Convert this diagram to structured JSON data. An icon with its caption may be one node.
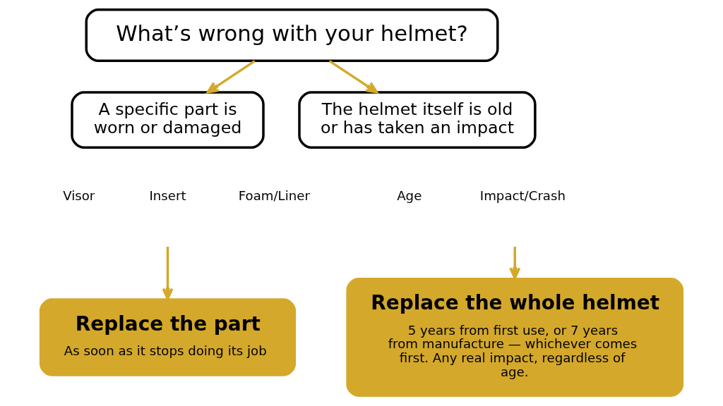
{
  "diagram": {
    "nodes": [
      {
        "text": [
          "What’s wrong with your helmet?"
        ]
      },
      {
        "text": [
          "A specific part is worn or damaged"
        ]
      },
      {
        "text": [
          "The helmet itself is old or has taken an impact"
        ]
      },
      {
        "text": [
          "Visor"
        ]
      },
      {
        "text": [
          "Insert"
        ]
      },
      {
        "text": [
          "Foam/Liner"
        ]
      },
      {
        "text": [
          "Age"
        ]
      },
      {
        "text": [
          "Impact/Crash"
        ]
      },
      {
        "text": [
          "Replace the part",
          "As soon as it stops doing its job"
        ]
      },
      {
        "text": [
          "Replace the whole helmet",
          "5 years from first use, or 7 years from manufacture — whichever comes first. Any real impact, regardless of age."
        ]
      }
    ],
    "edges": [
      {
        "from": 0,
        "to": 1,
        "arrow": "to"
      },
      {
        "from": 0,
        "to": 2,
        "arrow": "to"
      },
      {
        "from": null,
        "to": 8,
        "arrow": "to"
      },
      {
        "from": null,
        "to": 9,
        "arrow": "to"
      }
    ]
  }
}
